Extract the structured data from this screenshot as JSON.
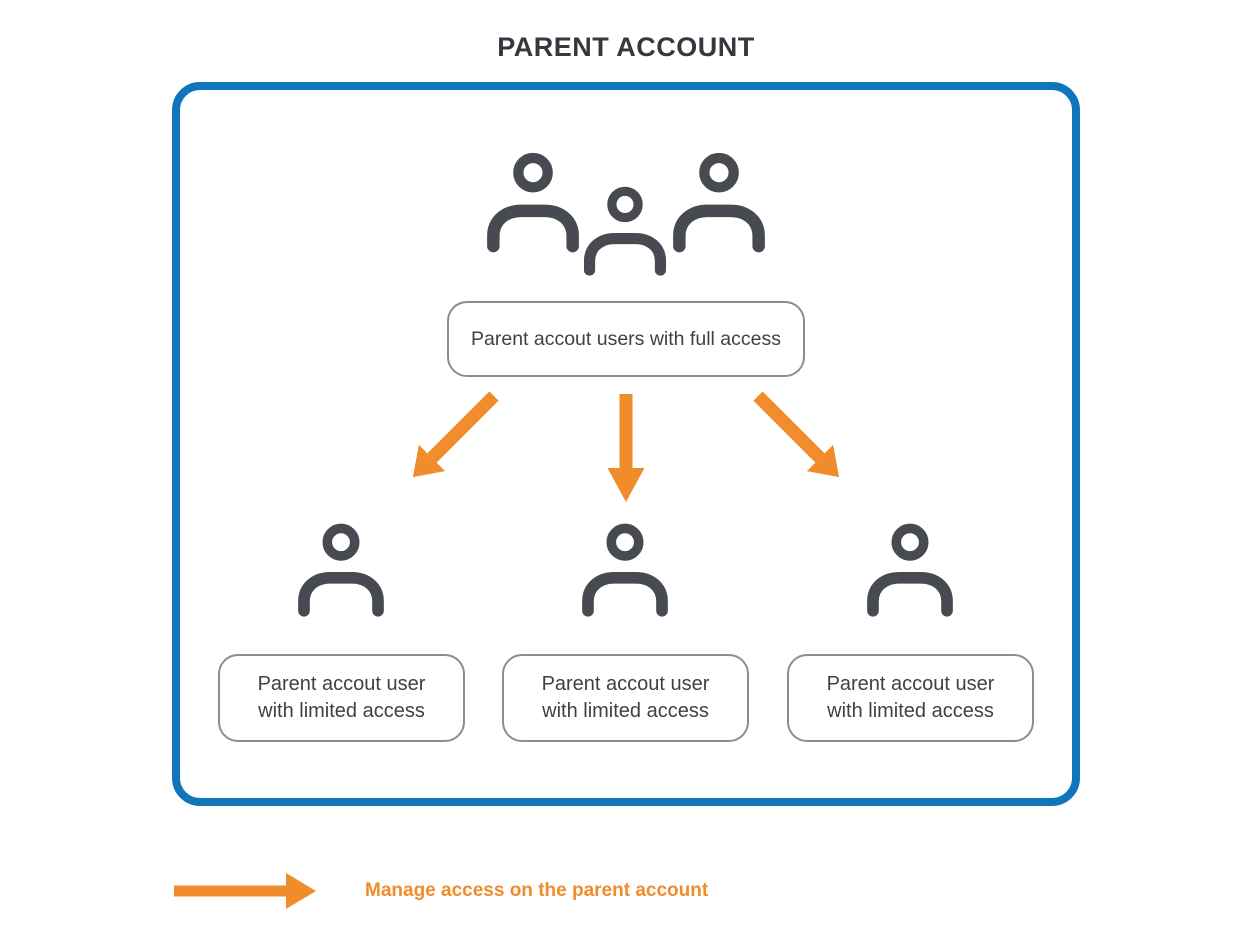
{
  "title": "PARENT ACCOUNT",
  "diagram": {
    "root_label": "Parent accout users with full access",
    "children": [
      {
        "label": "Parent accout user\nwith limited access"
      },
      {
        "label": "Parent accout user\nwith limited access"
      },
      {
        "label": "Parent accout user\nwith limited access"
      }
    ]
  },
  "legend": {
    "label": "Manage access on the parent account"
  },
  "icons": {
    "group_users": "three-users-icon",
    "single_user": "user-icon",
    "flow_arrows": "down-arrow-icon",
    "legend_arrow": "right-arrow-icon"
  },
  "colors": {
    "frame_blue": "#1076bc",
    "arrow_orange": "#f08c2b",
    "icon_dark": "#474a51",
    "text_dark": "#3e4147",
    "node_border_gray": "#8a8d93",
    "title_dark": "#35383e"
  }
}
